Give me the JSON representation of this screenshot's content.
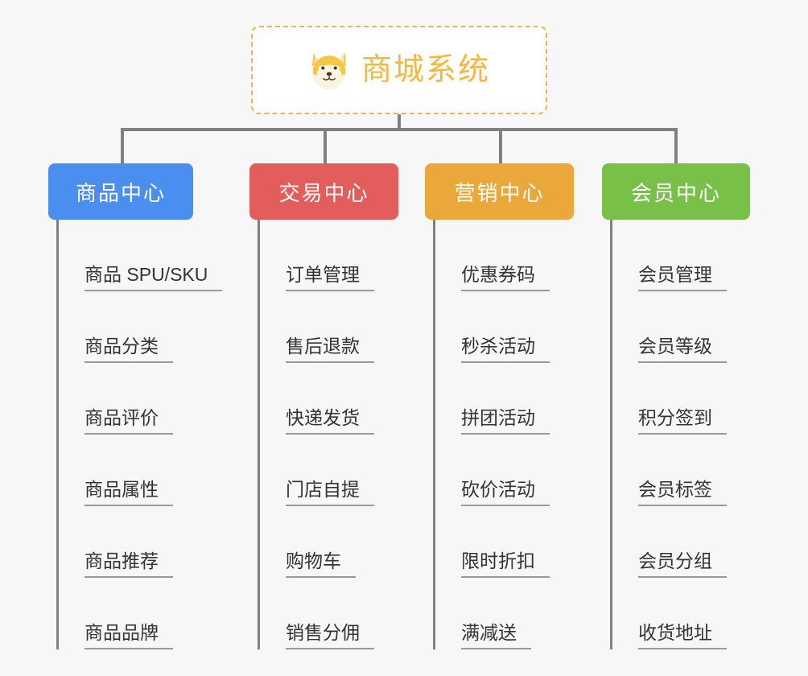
{
  "page": {
    "background_color": "#f7f7f7",
    "title": "商城系统"
  },
  "root": {
    "label": "商城系统",
    "icon": "shiba-dog-face-icon",
    "text_color": "#f5b73d",
    "border_color": "#e8b55a",
    "background_color": "#ffffff"
  },
  "connector_color": "#808080",
  "columns": [
    {
      "id": "product-center",
      "label": "商品中心",
      "color": "#4a8ef0",
      "items": [
        "商品 SPU/SKU",
        "商品分类",
        "商品评价",
        "商品属性",
        "商品推荐",
        "商品品牌"
      ]
    },
    {
      "id": "trade-center",
      "label": "交易中心",
      "color": "#e35d5d",
      "items": [
        "订单管理",
        "售后退款",
        "快递发货",
        "门店自提",
        "购物车",
        "销售分佣"
      ]
    },
    {
      "id": "marketing-center",
      "label": "营销中心",
      "color": "#eaa73a",
      "items": [
        "优惠券码",
        "秒杀活动",
        "拼团活动",
        "砍价活动",
        "限时折扣",
        "满减送"
      ]
    },
    {
      "id": "member-center",
      "label": "会员中心",
      "color": "#78c047",
      "items": [
        "会员管理",
        "会员等级",
        "积分签到",
        "会员标签",
        "会员分组",
        "收货地址"
      ]
    }
  ]
}
